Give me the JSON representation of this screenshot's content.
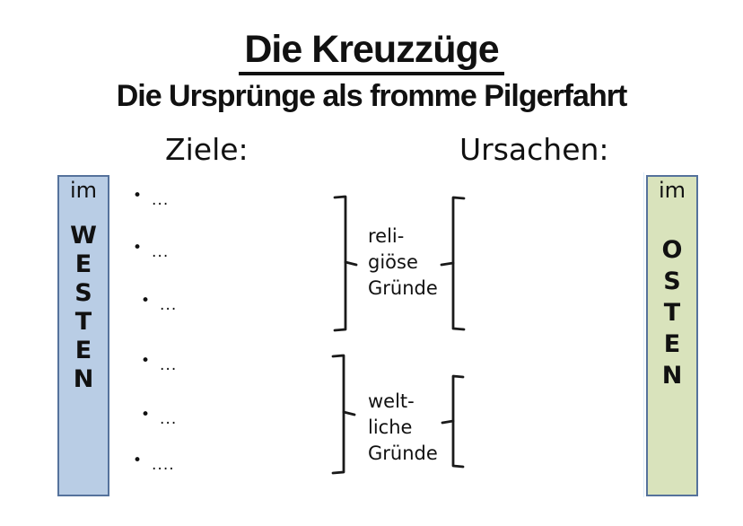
{
  "slide": {
    "title": "Die Kreuzzüge",
    "subtitle": "Die Ursprünge als fromme Pilgerfahrt",
    "columns": {
      "left_heading": "Ziele:",
      "right_heading": "Ursachen:"
    },
    "west_box": {
      "prefix": "im",
      "letters": [
        "W",
        "E",
        "S",
        "T",
        "E",
        "N"
      ],
      "fill": "#b9cde5",
      "border": "#55729c"
    },
    "east_box": {
      "prefix": "im",
      "letters": [
        "O",
        "S",
        "T",
        "E",
        "N"
      ],
      "fill": "#d9e3bc",
      "border": "#55729c"
    },
    "bullet_marker": "•",
    "bullets": [
      "...",
      "...",
      "...",
      "...",
      "...",
      "...."
    ],
    "groups": [
      {
        "label_lines": [
          "reli-",
          "giöse",
          "Gründe"
        ]
      },
      {
        "label_lines": [
          "welt-",
          "liche",
          "Gründe"
        ]
      }
    ],
    "brace_color": "#1a1a1a"
  }
}
